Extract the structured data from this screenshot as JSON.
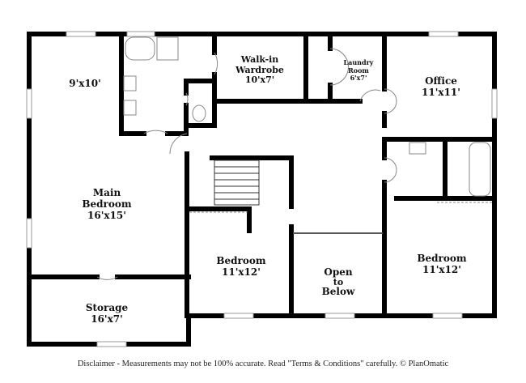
{
  "rooms": {
    "main_alcove": {
      "dims": "9'x10'"
    },
    "main_bedroom": {
      "name": "Main",
      "name2": "Bedroom",
      "dims": "16'x15'"
    },
    "walk_in": {
      "name": "Walk-in",
      "name2": "Wardrobe",
      "dims": "10'x7'"
    },
    "laundry": {
      "name": "Laundry",
      "name2": "Room",
      "dims": "6'x7'"
    },
    "office": {
      "name": "Office",
      "dims": "11'x11'"
    },
    "bedroom_center": {
      "name": "Bedroom",
      "dims": "11'x12'"
    },
    "open_below": {
      "name": "Open",
      "name2": "to",
      "name3": "Below"
    },
    "bedroom_right": {
      "name": "Bedroom",
      "dims": "11'x12'"
    },
    "storage": {
      "name": "Storage",
      "dims": "16'x7'"
    }
  },
  "disclaimer": "Disclaimer - Measurements may not be 100% accurate. Read \"Terms & Conditions\" carefully. © PlanOmatic",
  "colors": {
    "wall": "#000000",
    "fixture": "#888888"
  }
}
